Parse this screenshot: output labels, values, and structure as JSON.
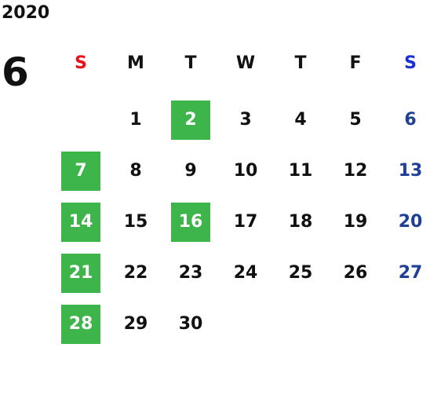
{
  "calendar": {
    "year": "2020",
    "month": "6",
    "weekdays": [
      {
        "label": "S",
        "color": "#e8101a"
      },
      {
        "label": "M",
        "color": "#111111"
      },
      {
        "label": "T",
        "color": "#111111"
      },
      {
        "label": "W",
        "color": "#111111"
      },
      {
        "label": "T",
        "color": "#111111"
      },
      {
        "label": "F",
        "color": "#111111"
      },
      {
        "label": "S",
        "color": "#1a2fd6"
      }
    ],
    "first_weekday_index": 1,
    "days": [
      {
        "num": "1",
        "holiday": false
      },
      {
        "num": "2",
        "holiday": true
      },
      {
        "num": "3",
        "holiday": false
      },
      {
        "num": "4",
        "holiday": false
      },
      {
        "num": "5",
        "holiday": false
      },
      {
        "num": "6",
        "holiday": false
      },
      {
        "num": "7",
        "holiday": true
      },
      {
        "num": "8",
        "holiday": false
      },
      {
        "num": "9",
        "holiday": false
      },
      {
        "num": "10",
        "holiday": false
      },
      {
        "num": "11",
        "holiday": false
      },
      {
        "num": "12",
        "holiday": false
      },
      {
        "num": "13",
        "holiday": false
      },
      {
        "num": "14",
        "holiday": true
      },
      {
        "num": "15",
        "holiday": false
      },
      {
        "num": "16",
        "holiday": true
      },
      {
        "num": "17",
        "holiday": false
      },
      {
        "num": "18",
        "holiday": false
      },
      {
        "num": "19",
        "holiday": false
      },
      {
        "num": "20",
        "holiday": false
      },
      {
        "num": "21",
        "holiday": true
      },
      {
        "num": "22",
        "holiday": false
      },
      {
        "num": "23",
        "holiday": false
      },
      {
        "num": "24",
        "holiday": false
      },
      {
        "num": "25",
        "holiday": false
      },
      {
        "num": "26",
        "holiday": false
      },
      {
        "num": "27",
        "holiday": false
      },
      {
        "num": "28",
        "holiday": true
      },
      {
        "num": "29",
        "holiday": false
      },
      {
        "num": "30",
        "holiday": false
      }
    ],
    "colors": {
      "holiday_bg": "#3db54a",
      "holiday_text": "#ffffff",
      "saturday_text": "#1f3f99",
      "default_text": "#111111"
    }
  }
}
